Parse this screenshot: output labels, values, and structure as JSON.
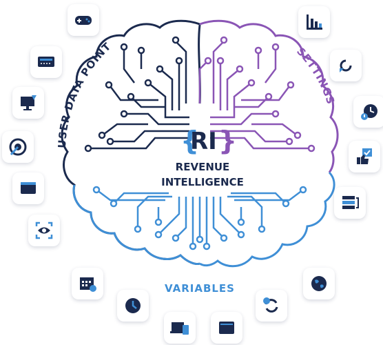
{
  "center": {
    "logo_letters": "RI",
    "brace_left": "{",
    "brace_right": "}",
    "line1": "REVENUE",
    "line2": "INTELLIGENCE"
  },
  "labels": {
    "left": "USER DATA POINTS",
    "right": "SETTINGS",
    "bottom": "VARIABLES"
  },
  "icons": [
    "gamepad-icon",
    "bar-chart-icon",
    "keyboard-icon",
    "refresh-icon",
    "monitor-icon",
    "clock-alert-icon",
    "target-icon",
    "thumbs-up-checklist-icon",
    "window-icon",
    "stacked-layers-icon",
    "eye-scan-icon",
    "calendar-icon",
    "clock-icon",
    "devices-icon",
    "browser-window-icon",
    "sync-icon",
    "globe-icon"
  ],
  "colors": {
    "navy": "#1b2a4e",
    "purple": "#8a55b5",
    "blue": "#3f8fd6",
    "icon_dark": "#1b2a4e",
    "icon_accent": "#3f8fd6"
  }
}
